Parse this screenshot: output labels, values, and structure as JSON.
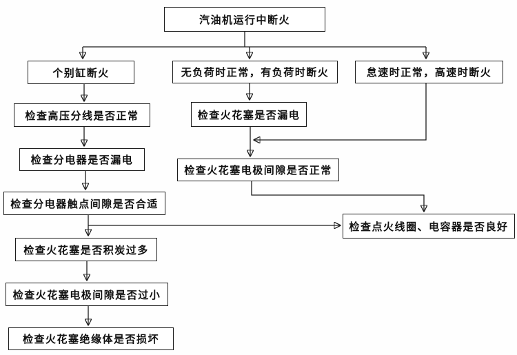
{
  "diagram": {
    "type": "flowchart",
    "language": "zh-CN",
    "topic": "汽油机运行中断火故障诊断流程"
  },
  "colors": {
    "line": "#1c1c1c",
    "box_border": "#1c1c1c",
    "box_background": "#ffffff",
    "page_background": "#fefefe",
    "text": "#111111"
  },
  "nodes": {
    "root": {
      "label": "汽油机运行中断火"
    },
    "branch_individual": {
      "label": "个别缸断火"
    },
    "branch_load": {
      "label": "无负荷时正常，有负荷时断火"
    },
    "branch_speed": {
      "label": "怠速时正常，高速时断火"
    },
    "check_hv_wires": {
      "label": "检查高压分线是否正常"
    },
    "check_distributor_leak": {
      "label": "检查分电器是否漏电"
    },
    "check_contact_gap": {
      "label": "检查分电器触点间隙是否合适"
    },
    "check_plug_carbon": {
      "label": "检查火花塞是否积炭过多"
    },
    "check_plug_gap_small": {
      "label": "检查火花塞电极间隙是否过小"
    },
    "check_plug_insulator": {
      "label": "检查火花塞绝缘体是否损坏"
    },
    "check_plug_leak": {
      "label": "检查火花塞是否漏电"
    },
    "check_plug_gap_normal": {
      "label": "检查火花塞电极间隙是否正常"
    },
    "check_coil_capacitor": {
      "label": "检查点火线圈、电容器是否良好"
    }
  }
}
